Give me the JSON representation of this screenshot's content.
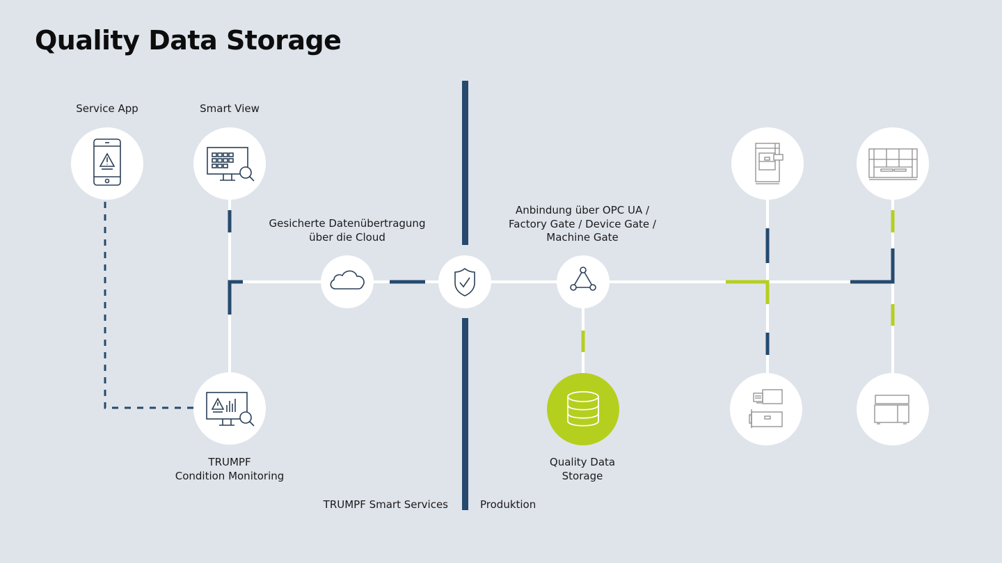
{
  "title": "Quality Data Storage",
  "colors": {
    "background": "#dfe4eb",
    "navy": "#254a6e",
    "green": "#b5cf1f",
    "line": "#ffffff",
    "node": "#ffffff",
    "icon_stroke": "#2a3f57",
    "machine_icon_stroke": "#8c8c8c"
  },
  "nodes": {
    "service_app": {
      "label": "Service App",
      "icon": "smartphone-warning-icon"
    },
    "smart_view": {
      "label": "Smart View",
      "icon": "monitor-grid-search-icon"
    },
    "condition_monitoring": {
      "label_line1": "TRUMPF",
      "label_line2": "Condition Monitoring",
      "icon": "monitor-warning-chart-search-icon"
    },
    "cloud": {
      "label_line1": "Gesicherte Datenübertragung",
      "label_line2": "über die Cloud",
      "icon": "cloud-icon"
    },
    "shield": {
      "icon": "shield-check-icon"
    },
    "gateway": {
      "label_line1": "Anbindung über OPC UA /",
      "label_line2": "Factory Gate / Device Gate /",
      "label_line3": "Machine Gate",
      "icon": "network-triangle-icon"
    },
    "quality_data_storage": {
      "label_line1": "Quality Data",
      "label_line2": "Storage",
      "icon": "database-icon"
    },
    "machines": [
      {
        "icon": "machine-tower-icon"
      },
      {
        "icon": "machine-storage-rack-icon"
      },
      {
        "icon": "machine-laser-unit-icon"
      },
      {
        "icon": "machine-cabinet-icon"
      }
    ]
  },
  "zones": {
    "left": "TRUMPF Smart Services",
    "right": "Produktion"
  }
}
